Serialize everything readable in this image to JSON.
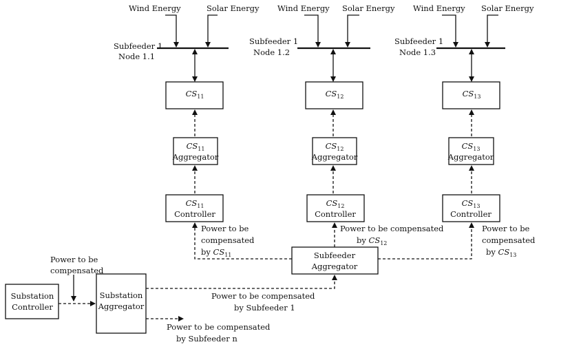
{
  "columns": [
    {
      "wind": "Wind Energy",
      "solar": "Solar Energy",
      "subfeeder": "Subfeeder 1",
      "node": "Node 1.1",
      "cs": "CS",
      "cs_sub": "11",
      "agg_label": "Aggregator",
      "ctrl_label": "Controller",
      "power_lines": [
        "Power to be",
        "compensated",
        "by "
      ]
    },
    {
      "wind": "Wind Energy",
      "solar": "Solar Energy",
      "subfeeder": "Subfeeder 1",
      "node": "Node 1.2",
      "cs": "CS",
      "cs_sub": "12",
      "agg_label": "Aggregator",
      "ctrl_label": "Controller",
      "power_lines": [
        "Power to be compensated",
        "by "
      ]
    },
    {
      "wind": "Wind Energy",
      "solar": "Solar Energy",
      "subfeeder": "Subfeeder 1",
      "node": "Node 1.3",
      "cs": "CS",
      "cs_sub": "13",
      "agg_label": "Aggregator",
      "ctrl_label": "Controller",
      "power_lines": [
        "Power to be",
        "compensated",
        "by "
      ]
    }
  ],
  "subfeeder_aggregator": [
    "Subfeeder",
    "Aggregator"
  ],
  "substation_controller": [
    "Substation",
    "Controller"
  ],
  "substation_aggregator": [
    "Substation",
    "Aggregator"
  ],
  "power_in": [
    "Power to be",
    "compensated"
  ],
  "power_subfeeder1": [
    "Power to be compensated",
    "by Subfeeder 1"
  ],
  "power_subfeedern": [
    "Power to be compensated",
    "by Subfeeder n"
  ]
}
